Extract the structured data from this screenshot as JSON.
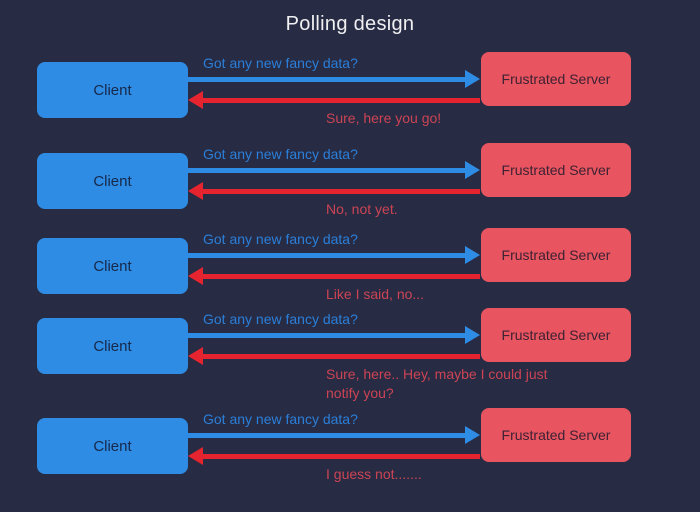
{
  "title": "Polling design",
  "colors": {
    "background": "#272b44",
    "client_box": "#2f8ce4",
    "client_text": "#16294a",
    "server_box": "#e85560",
    "server_text": "#3d2133",
    "request_arrow": "#2f8ce4",
    "request_text": "#2b7fd9",
    "response_arrow": "#e62430",
    "response_text": "#cc4454",
    "title_text": "#f0f0f2"
  },
  "rows": [
    {
      "client_label": "Client",
      "server_label": "Frustrated Server",
      "request": "Got any new fancy data?",
      "response": "Sure, here you go!"
    },
    {
      "client_label": "Client",
      "server_label": "Frustrated Server",
      "request": "Got any new fancy data?",
      "response": "No, not yet."
    },
    {
      "client_label": "Client",
      "server_label": "Frustrated Server",
      "request": "Got any new fancy data?",
      "response": "Like I said, no..."
    },
    {
      "client_label": "Client",
      "server_label": "Frustrated Server",
      "request": "Got any new fancy data?",
      "response": "Sure, here.. Hey, maybe I could just notify you?"
    },
    {
      "client_label": "Client",
      "server_label": "Frustrated Server",
      "request": "Got any new fancy data?",
      "response": "I guess not......."
    }
  ]
}
